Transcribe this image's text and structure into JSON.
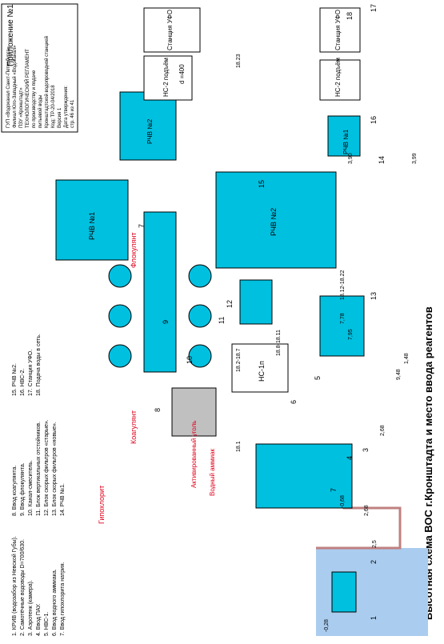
{
  "appendix": "Приложение №1",
  "title": "Высотная схема ВОС г.Кронштадта и место ввода реагентов",
  "stamp": {
    "org1": "ГУП «Водоканал Санкт-Петербурга»",
    "org2": "Филиал Юго-Западный «Водоканал»",
    "org3": "ПЗУ «Кронштадт»",
    "doc1": "ТЕХНОЛОГИЧЕСКИЙ РЕГЛАМЕНТ",
    "doc2": "по производству и подаче",
    "doc3": "питьевой воды",
    "doc4": "Кронштадтской водопроводной станцией",
    "code": "Код: ТР-20-04/2018",
    "ver": "Версия 1",
    "date": "Дата утверждения:",
    "page": "стр. 46 из 41"
  },
  "legend": [
    "1. КРИВ (водозабор из Невской Губы).",
    "2. Самотёчные водоводы D=700/630.",
    "3. Аэротенк (камера).",
    "4. Ввод ПАУ.",
    "5. НВС-1.",
    "6. Ввод водного аммиака.",
    "7. Ввод гипохлорита натрия.",
    "8. Ввод коагулянта.",
    "9. Ввод флокулянта.",
    "10. Канал-смеситель.",
    "11. Блок вертикальных отстойников.",
    "12. Блок скорых фильтров «старые».",
    "13. Блок скорых фильтров «новые».",
    "14. РЧВ №1.",
    "15. РЧВ №2.",
    "16. НВС-2.",
    "17. Станция УФО.",
    "18. Подача воды в сеть."
  ],
  "labels": {
    "ns1": "НС-1п",
    "rchv1a": "РЧВ №1",
    "rchv2a": "РЧВ №2",
    "rchv1b": "РЧВ №1",
    "rchv2b": "РЧВ №2",
    "ns2a": "НС-2 подъём",
    "ns2b": "НС-2 подъём",
    "ufo_a": "Станция УФО",
    "ufo_b": "Станция УФО",
    "d400": "d =400",
    "coag": "Коагулянт",
    "floc": "Флокулянт",
    "gipo": "Гипохлорит",
    "ammiak": "Водный аммиак",
    "pau": "Активированный уголь"
  },
  "marks": [
    "-0,28",
    "2,5",
    "2,68",
    "-0,68",
    "2,68",
    "18.1",
    "9,48",
    "1,48",
    "7,78",
    "7,95",
    "3,99",
    "3,90",
    "18.2-18.7",
    "18.8-18.11",
    "18.12-18.22",
    "18.23"
  ],
  "nums": [
    "1",
    "2",
    "3",
    "4",
    "5",
    "6",
    "7",
    "8",
    "9",
    "10",
    "11",
    "12",
    "13",
    "14",
    "15",
    "16",
    "17",
    "18",
    "7"
  ],
  "colors": {
    "water": "#00c0e0",
    "filter": "#ffff99",
    "red": "#e0001a",
    "gray": "#c0c0c0"
  }
}
